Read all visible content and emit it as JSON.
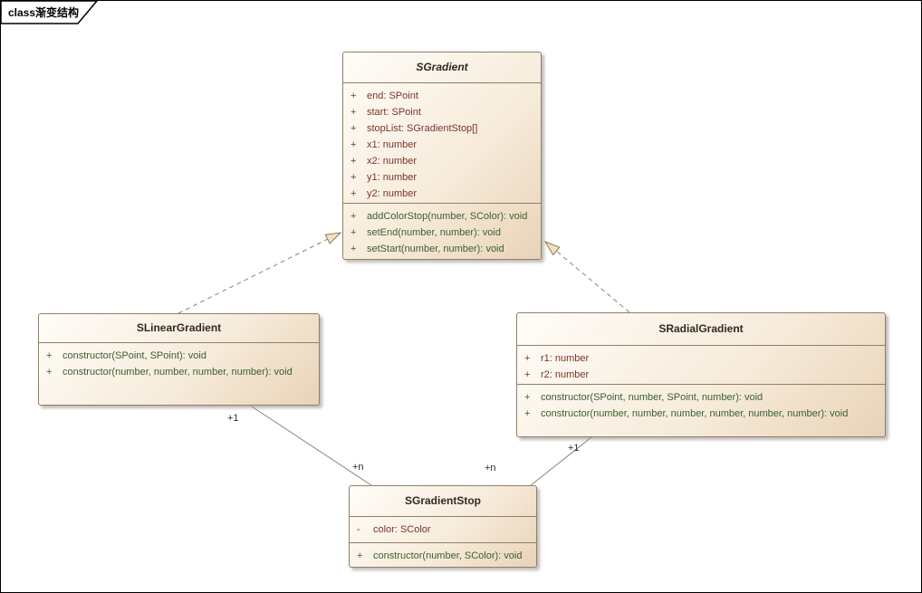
{
  "frame": {
    "label": "class渐变结构"
  },
  "palette": {
    "box_fill_light": "#fffdf8",
    "box_fill_dark": "#e9d3b7",
    "box_border": "#8e8068",
    "title_color": "#2f2a24",
    "attribute_color": "#7b3428",
    "method_color": "#3a6032",
    "line_color": "#8a8378",
    "line_label_color": "#2b2b2b",
    "arrow_fill": "#f3dfbd",
    "arrow_stroke": "#8c7b55",
    "frame_border": "#000000",
    "background": "#ffffff"
  },
  "classes": [
    {
      "name": "SGradient",
      "abstract": true,
      "attributes": [
        {
          "visibility": "+",
          "signature": "end: SPoint"
        },
        {
          "visibility": "+",
          "signature": "start: SPoint"
        },
        {
          "visibility": "+",
          "signature": "stopList: SGradientStop[]"
        },
        {
          "visibility": "+",
          "signature": "x1: number"
        },
        {
          "visibility": "+",
          "signature": "x2: number"
        },
        {
          "visibility": "+",
          "signature": "y1: number"
        },
        {
          "visibility": "+",
          "signature": "y2: number"
        }
      ],
      "operations": [
        {
          "visibility": "+",
          "signature": "addColorStop(number, SColor): void"
        },
        {
          "visibility": "+",
          "signature": "setEnd(number, number): void"
        },
        {
          "visibility": "+",
          "signature": "setStart(number, number): void"
        }
      ]
    },
    {
      "name": "SLinearGradient",
      "abstract": false,
      "attributes": [],
      "operations": [
        {
          "visibility": "+",
          "signature": "constructor(SPoint, SPoint): void"
        },
        {
          "visibility": "+",
          "signature": "constructor(number, number, number, number): void"
        }
      ]
    },
    {
      "name": "SRadialGradient",
      "abstract": false,
      "attributes": [
        {
          "visibility": "+",
          "signature": "r1: number"
        },
        {
          "visibility": "+",
          "signature": "r2: number"
        }
      ],
      "operations": [
        {
          "visibility": "+",
          "signature": "constructor(SPoint, number, SPoint, number): void"
        },
        {
          "visibility": "+",
          "signature": "constructor(number, number, number, number, number, number): void"
        }
      ]
    },
    {
      "name": "SGradientStop",
      "abstract": false,
      "attributes": [
        {
          "visibility": "-",
          "signature": "color: SColor"
        }
      ],
      "operations": [
        {
          "visibility": "+",
          "signature": "constructor(number, SColor): void"
        }
      ]
    }
  ],
  "connectors": {
    "realizations": [
      {
        "from": "SLinearGradient",
        "to": "SGradient",
        "style": "dashed, hollow triangle"
      },
      {
        "from": "SRadialGradient",
        "to": "SGradient",
        "style": "dashed, hollow triangle"
      }
    ],
    "associations": [
      {
        "from": "SLinearGradient",
        "to": "SGradientStop",
        "from_label": "+1",
        "to_label": "+n"
      },
      {
        "from": "SRadialGradient",
        "to": "SGradientStop",
        "from_label": "+1",
        "to_label": "+n"
      }
    ]
  }
}
